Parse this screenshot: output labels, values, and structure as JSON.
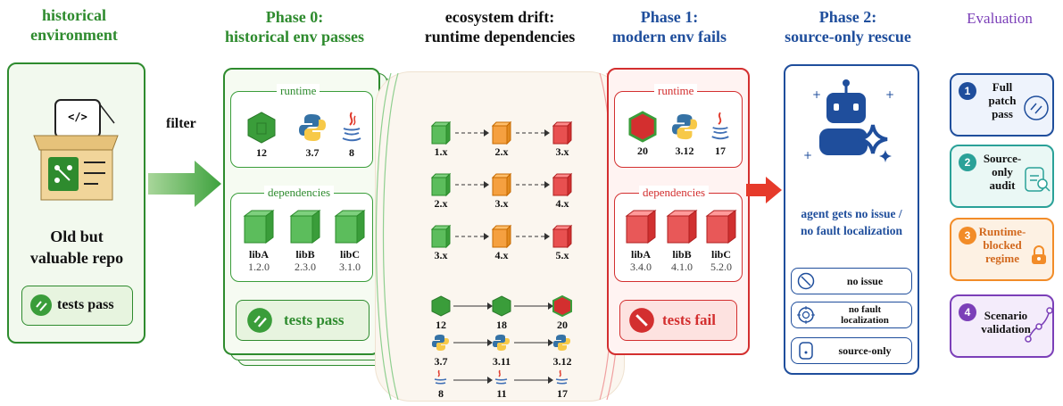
{
  "headers": {
    "historical": "historical\nenvironment",
    "phase0": "Phase 0:\nhistorical env passes",
    "drift": "ecosystem drift:\nruntime dependencies",
    "phase1": "Phase 1:\nmodern env fails",
    "phase2": "Phase 2:\nsource-only rescue",
    "evaluation": "Evaluation"
  },
  "historical_card": {
    "code_glyph": "</>",
    "repo_label": "Old but\nvaluable repo",
    "badge_label": "tests pass"
  },
  "filter_label": "filter",
  "phase0": {
    "runtime_legend": "runtime",
    "runtimes": [
      "12",
      "3.7",
      "8"
    ],
    "dependencies_legend": "dependencies",
    "libs": [
      {
        "name": "libA",
        "version": "1.2.0"
      },
      {
        "name": "libB",
        "version": "2.3.0"
      },
      {
        "name": "libC",
        "version": "3.1.0"
      }
    ],
    "tests_label": "tests pass"
  },
  "drift": {
    "cube_rows": [
      [
        "1.x",
        "2.x",
        "3.x"
      ],
      [
        "2.x",
        "3.x",
        "4.x"
      ],
      [
        "3.x",
        "4.x",
        "5.x"
      ]
    ],
    "runtime_rows": [
      [
        "12",
        "18",
        "20"
      ],
      [
        "3.7",
        "3.11",
        "3.12"
      ],
      [
        "8",
        "11",
        "17"
      ]
    ]
  },
  "phase1": {
    "runtime_legend": "runtime",
    "runtimes": [
      "20",
      "3.12",
      "17"
    ],
    "dependencies_legend": "dependencies",
    "libs": [
      {
        "name": "libA",
        "version": "3.4.0"
      },
      {
        "name": "libB",
        "version": "4.1.0"
      },
      {
        "name": "libC",
        "version": "5.2.0"
      }
    ],
    "tests_label": "tests fail"
  },
  "phase2": {
    "agent_text": "agent gets no issue /\nno fault localization",
    "options": [
      "no issue",
      "no fault\nlocalization",
      "source-only"
    ]
  },
  "evaluation": {
    "items": [
      {
        "num": "1",
        "label": "Full\npatch\npass",
        "color": "#1f4e9c"
      },
      {
        "num": "2",
        "label": "Source-\nonly\naudit",
        "color": "#2aa198"
      },
      {
        "num": "3",
        "label": "Runtime-\nblocked\nregime",
        "color": "#f28c28"
      },
      {
        "num": "4",
        "label": "Scenario\nvalidation",
        "color": "#7b3fb8"
      }
    ]
  },
  "colors": {
    "green": "#2e8b2e",
    "red": "#d32f2f",
    "blue": "#1f4e9c",
    "purple": "#7b3fb8",
    "orange": "#f28c28",
    "teal": "#2aa198"
  }
}
